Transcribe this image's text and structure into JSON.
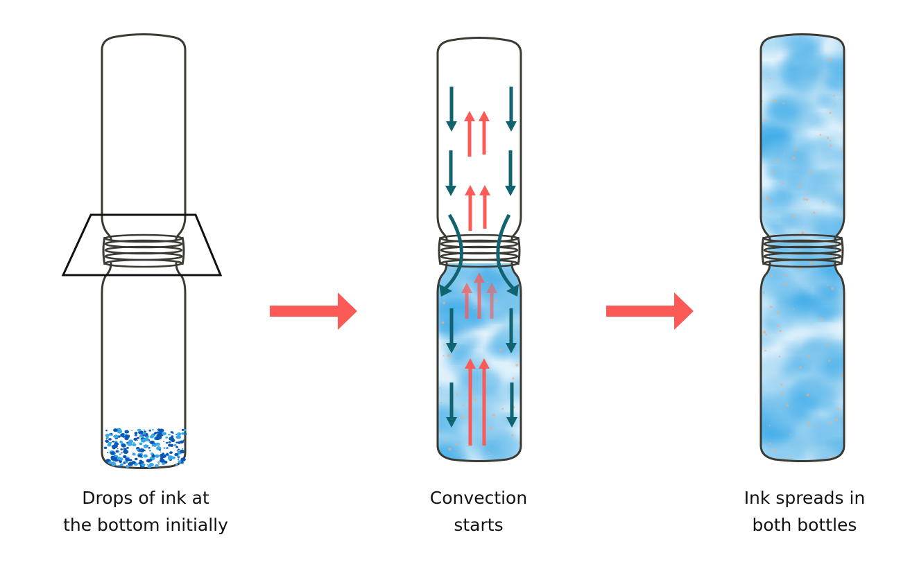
{
  "title": "Ink diffusion by convection between two joined bottles",
  "colors": {
    "outline": "#3b3a33",
    "frame": "#111111",
    "hot_arrow": "#fb5a57",
    "cold_arrow": "#11636f",
    "ink_dark": "#0b57b6",
    "ink_light": "#38a9e8",
    "ink_cloud": "#7fc6ee",
    "speck": "#f2a980"
  },
  "stages": [
    {
      "id": "initial",
      "caption_lines": [
        "Drops of ink at",
        "the bottom initially"
      ],
      "ink": "drops-at-bottom",
      "neck_highlight": "trapezoid-frame"
    },
    {
      "id": "convection",
      "caption_lines": [
        "Convection",
        "starts"
      ],
      "ink": "lower-bottle-filled",
      "arrows": {
        "hot_direction": "up",
        "cold_direction": "down"
      }
    },
    {
      "id": "spread",
      "caption_lines": [
        "Ink spreads in",
        "both bottles"
      ],
      "ink": "both-bottles-filled"
    }
  ],
  "transitions": [
    {
      "from": "initial",
      "to": "convection",
      "icon": "arrow-right"
    },
    {
      "from": "convection",
      "to": "spread",
      "icon": "arrow-right"
    }
  ]
}
